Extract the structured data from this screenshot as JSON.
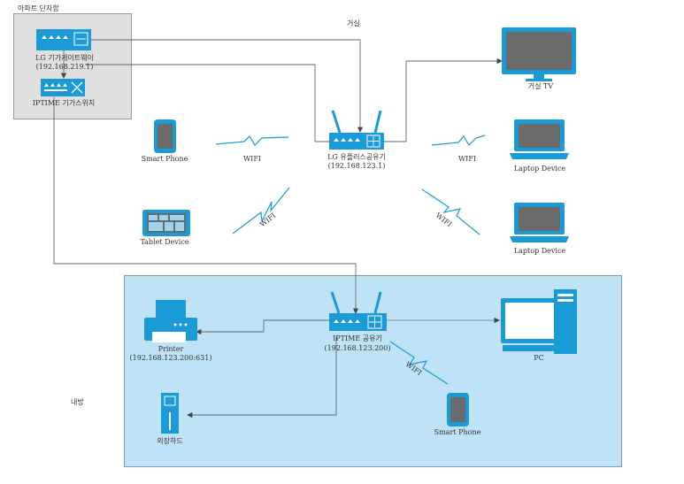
{
  "zones": {
    "apartment": "아파트 단자함",
    "living_room": "거실",
    "inner_room": "내방"
  },
  "devices": {
    "lg_gateway": {
      "name": "LG 기가게이트웨이",
      "ip": "(192.168.219.1)"
    },
    "iptime_switch": {
      "name": "IPTIME 기가스위치"
    },
    "living_tv": {
      "name": "거실 TV"
    },
    "lg_router": {
      "name": "LG 유플러스공유기",
      "ip": "(192.168.123.1)"
    },
    "smartphone_living": {
      "name": "Smart Phone"
    },
    "tablet": {
      "name": "Tablet Device"
    },
    "laptop_1": {
      "name": "Laptop Device"
    },
    "laptop_2": {
      "name": "Laptop Device"
    },
    "printer": {
      "name": "Printer",
      "ip": "(192.168.123.200:631)"
    },
    "iptime_router": {
      "name": "IPTIME 공유기",
      "ip": "(192.168.123.200)"
    },
    "pc": {
      "name": "PC"
    },
    "external_hdd": {
      "name": "외장하드"
    },
    "smartphone_room": {
      "name": "Smart Phone"
    }
  },
  "links": {
    "wifi_phone": "WIFI",
    "wifi_tablet": "WIFI",
    "wifi_laptop1": "WIFI",
    "wifi_laptop2": "WIFI",
    "wifi_room_phone": "WIFI"
  },
  "colors": {
    "device_blue": "#1a9ad6",
    "apartment_zone": "#e0e0e0",
    "room_zone": "#bfe2f6",
    "wire": "#555555",
    "wifi_bolt": "#1a9ad6"
  }
}
